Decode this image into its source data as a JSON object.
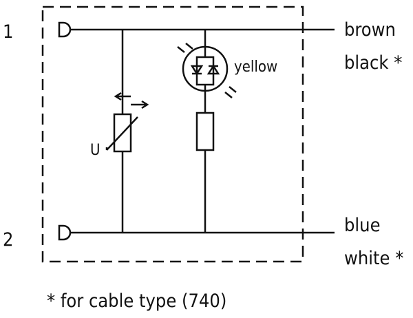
{
  "pins": [
    {
      "number": "1",
      "wires": [
        "brown",
        "black *"
      ]
    },
    {
      "number": "2",
      "wires": [
        "blue",
        "white *"
      ]
    }
  ],
  "components": {
    "led_label": "yellow",
    "varistor_label": "U"
  },
  "footnote": "* for cable type (740)"
}
